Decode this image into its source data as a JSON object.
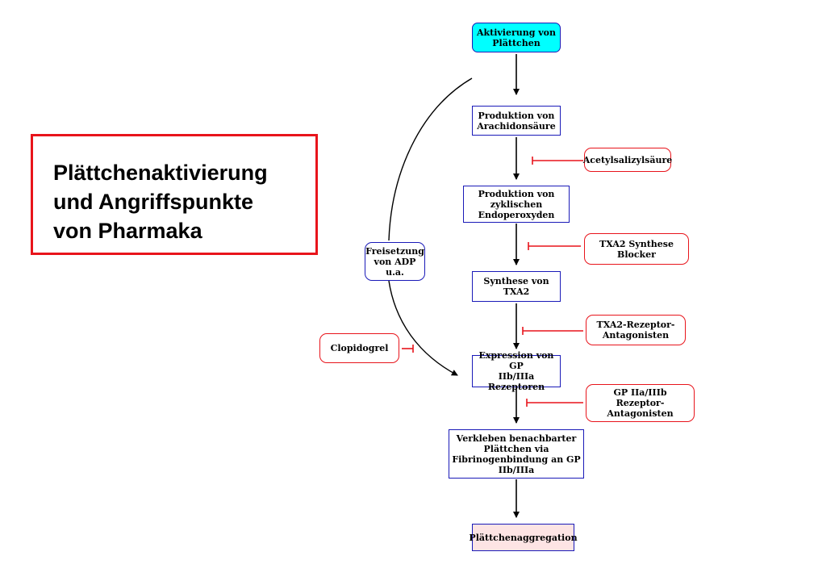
{
  "title": {
    "line1": "Plättchenaktivierung",
    "line2": "und Angriffspunkte",
    "line3": "von Pharmaka"
  },
  "flow": {
    "aktivierung": {
      "line1": "Aktivierung von",
      "line2": "Plättchen"
    },
    "arachidon": {
      "line1": "Produktion von",
      "line2": "Arachidonsäure"
    },
    "endoperoxyd": {
      "line1": "Produktion von",
      "line2": "zyklischen",
      "line3": "Endoperoxyden"
    },
    "txa2": {
      "line1": "Synthese von TXA2"
    },
    "gp_expression": {
      "line1": "Expression von GP",
      "line2": "IIb/IIIa Rezeptoren"
    },
    "verkleben": {
      "line1": "Verkleben benachbarter",
      "line2": "Plättchen via",
      "line3": "Fibrinogenbindung an GP",
      "line4": "IIb/IIIa"
    },
    "aggregation": {
      "line1": "Plättchenaggregation"
    }
  },
  "side": {
    "freisetzung": {
      "line1": "Freisetzung",
      "line2": "von ADP u.a."
    }
  },
  "drugs": {
    "acetyl": {
      "line1": "Acetylsalizylsäure"
    },
    "txa2_blocker": {
      "line1": "TXA2 Synthese",
      "line2": "Blocker"
    },
    "txa2_antagonist": {
      "line1": "TXA2-Rezeptor-",
      "line2": "Antagonisten"
    },
    "clopidogrel": {
      "line1": "Clopidogrel"
    },
    "gp_antagonist": {
      "line1": "GP IIa/IIIb",
      "line2": "Rezeptor-Antagonisten"
    }
  },
  "colors": {
    "inhibitor": "#e8141b",
    "box_border": "#1a1ab8",
    "start_fill": "#00ffff",
    "end_fill": "#fde4e4"
  }
}
